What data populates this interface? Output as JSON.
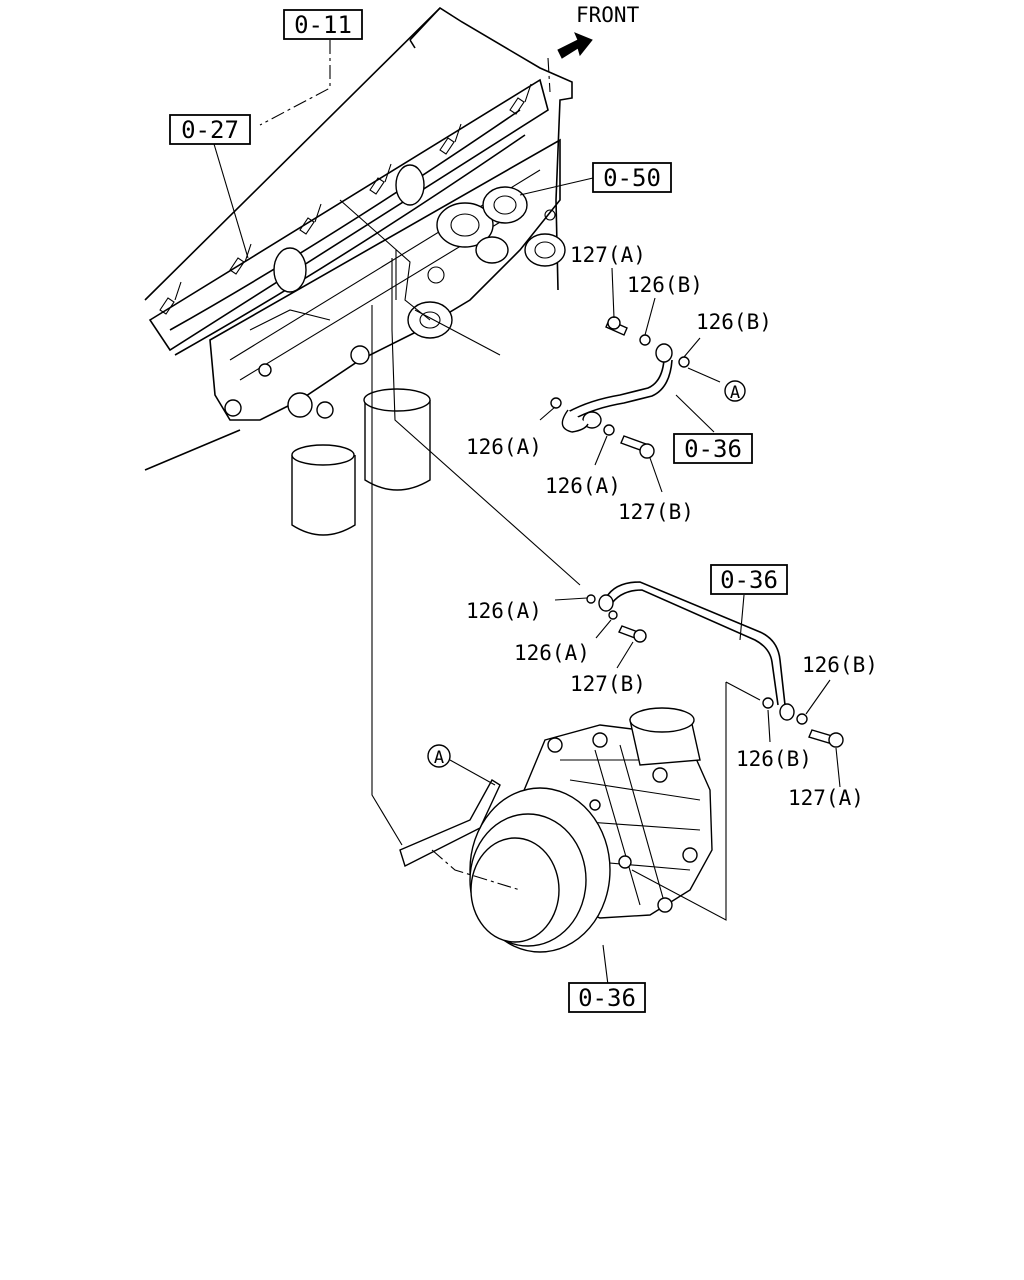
{
  "diagram": {
    "front_label": "FRONT",
    "ref_boxes": {
      "engine_block": "0-11",
      "exhaust_manifold": "0-27",
      "cylinder_head_gasket": "0-50",
      "oil_pipe_upper": "0-36",
      "oil_pipe_lower": "0-36",
      "turbocharger": "0-36"
    },
    "callouts": {
      "upper_bolt_a": "127(A)",
      "upper_washer_b1": "126(B)",
      "upper_washer_b2": "126(B)",
      "upper_washer_a1": "126(A)",
      "upper_washer_a2": "126(A)",
      "upper_bolt_b": "127(B)",
      "lower_washer_a1": "126(A)",
      "lower_washer_a2": "126(A)",
      "lower_bolt_b": "127(B)",
      "lower_washer_b1": "126(B)",
      "lower_washer_b2": "126(B)",
      "lower_bolt_a": "127(A)"
    },
    "connector_marks": {
      "upper": "A",
      "lower": "A"
    }
  }
}
